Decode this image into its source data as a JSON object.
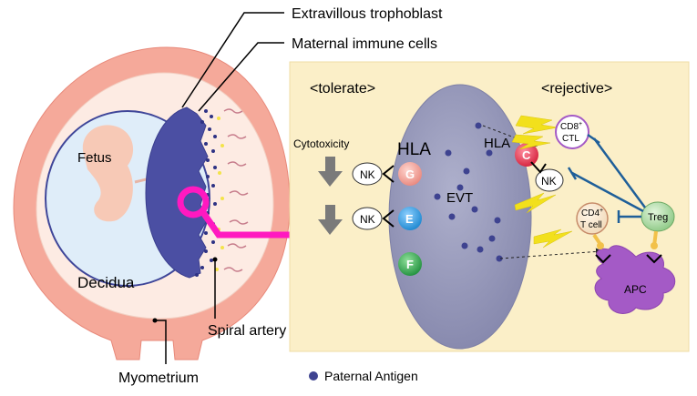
{
  "labels": {
    "extravillous_trophoblast": "Extravillous trophoblast",
    "maternal_immune_cells": "Maternal immune cells",
    "fetus": "Fetus",
    "decidua": "Decidua",
    "spiral_artery": "Spiral artery",
    "myometrium": "Myometrium"
  },
  "panel": {
    "tolerate": "<tolerate>",
    "rejective": "<rejective>",
    "cytotoxicity": "Cytotoxicity",
    "hla_left": "HLA",
    "hla_right": "HLA",
    "evt": "EVT"
  },
  "cells": {
    "nk1": "NK",
    "nk2": "NK",
    "nk3": "NK",
    "hla_g": "G",
    "hla_e": "E",
    "hla_f": "F",
    "hla_c": "C",
    "cd8_main": "CD8",
    "cd8_sup": "+",
    "ctl": "CTL",
    "cd4_main": "CD4",
    "cd4_sup": "+",
    "tcell": "T cell",
    "treg": "Treg",
    "apc": "APC"
  },
  "legend": {
    "paternal_antigen": "Paternal Antigen"
  },
  "colors": {
    "uterus_wall": "#f5a99a",
    "decidua": "#fdebe3",
    "amnion": "#dfedf9",
    "trophoblast": "#4b4fa3",
    "panel_bg": "#fbefc8",
    "evt_cell": "#9496b8",
    "magenta": "#ff19c0",
    "hla_g": "#f0a8a0",
    "hla_e": "#2a9ee0",
    "hla_f": "#2faa4e",
    "hla_c": "#e8334c",
    "apc": "#a45ac6",
    "treg": "#a8d6a0",
    "inhibit": "#1f5f99"
  }
}
